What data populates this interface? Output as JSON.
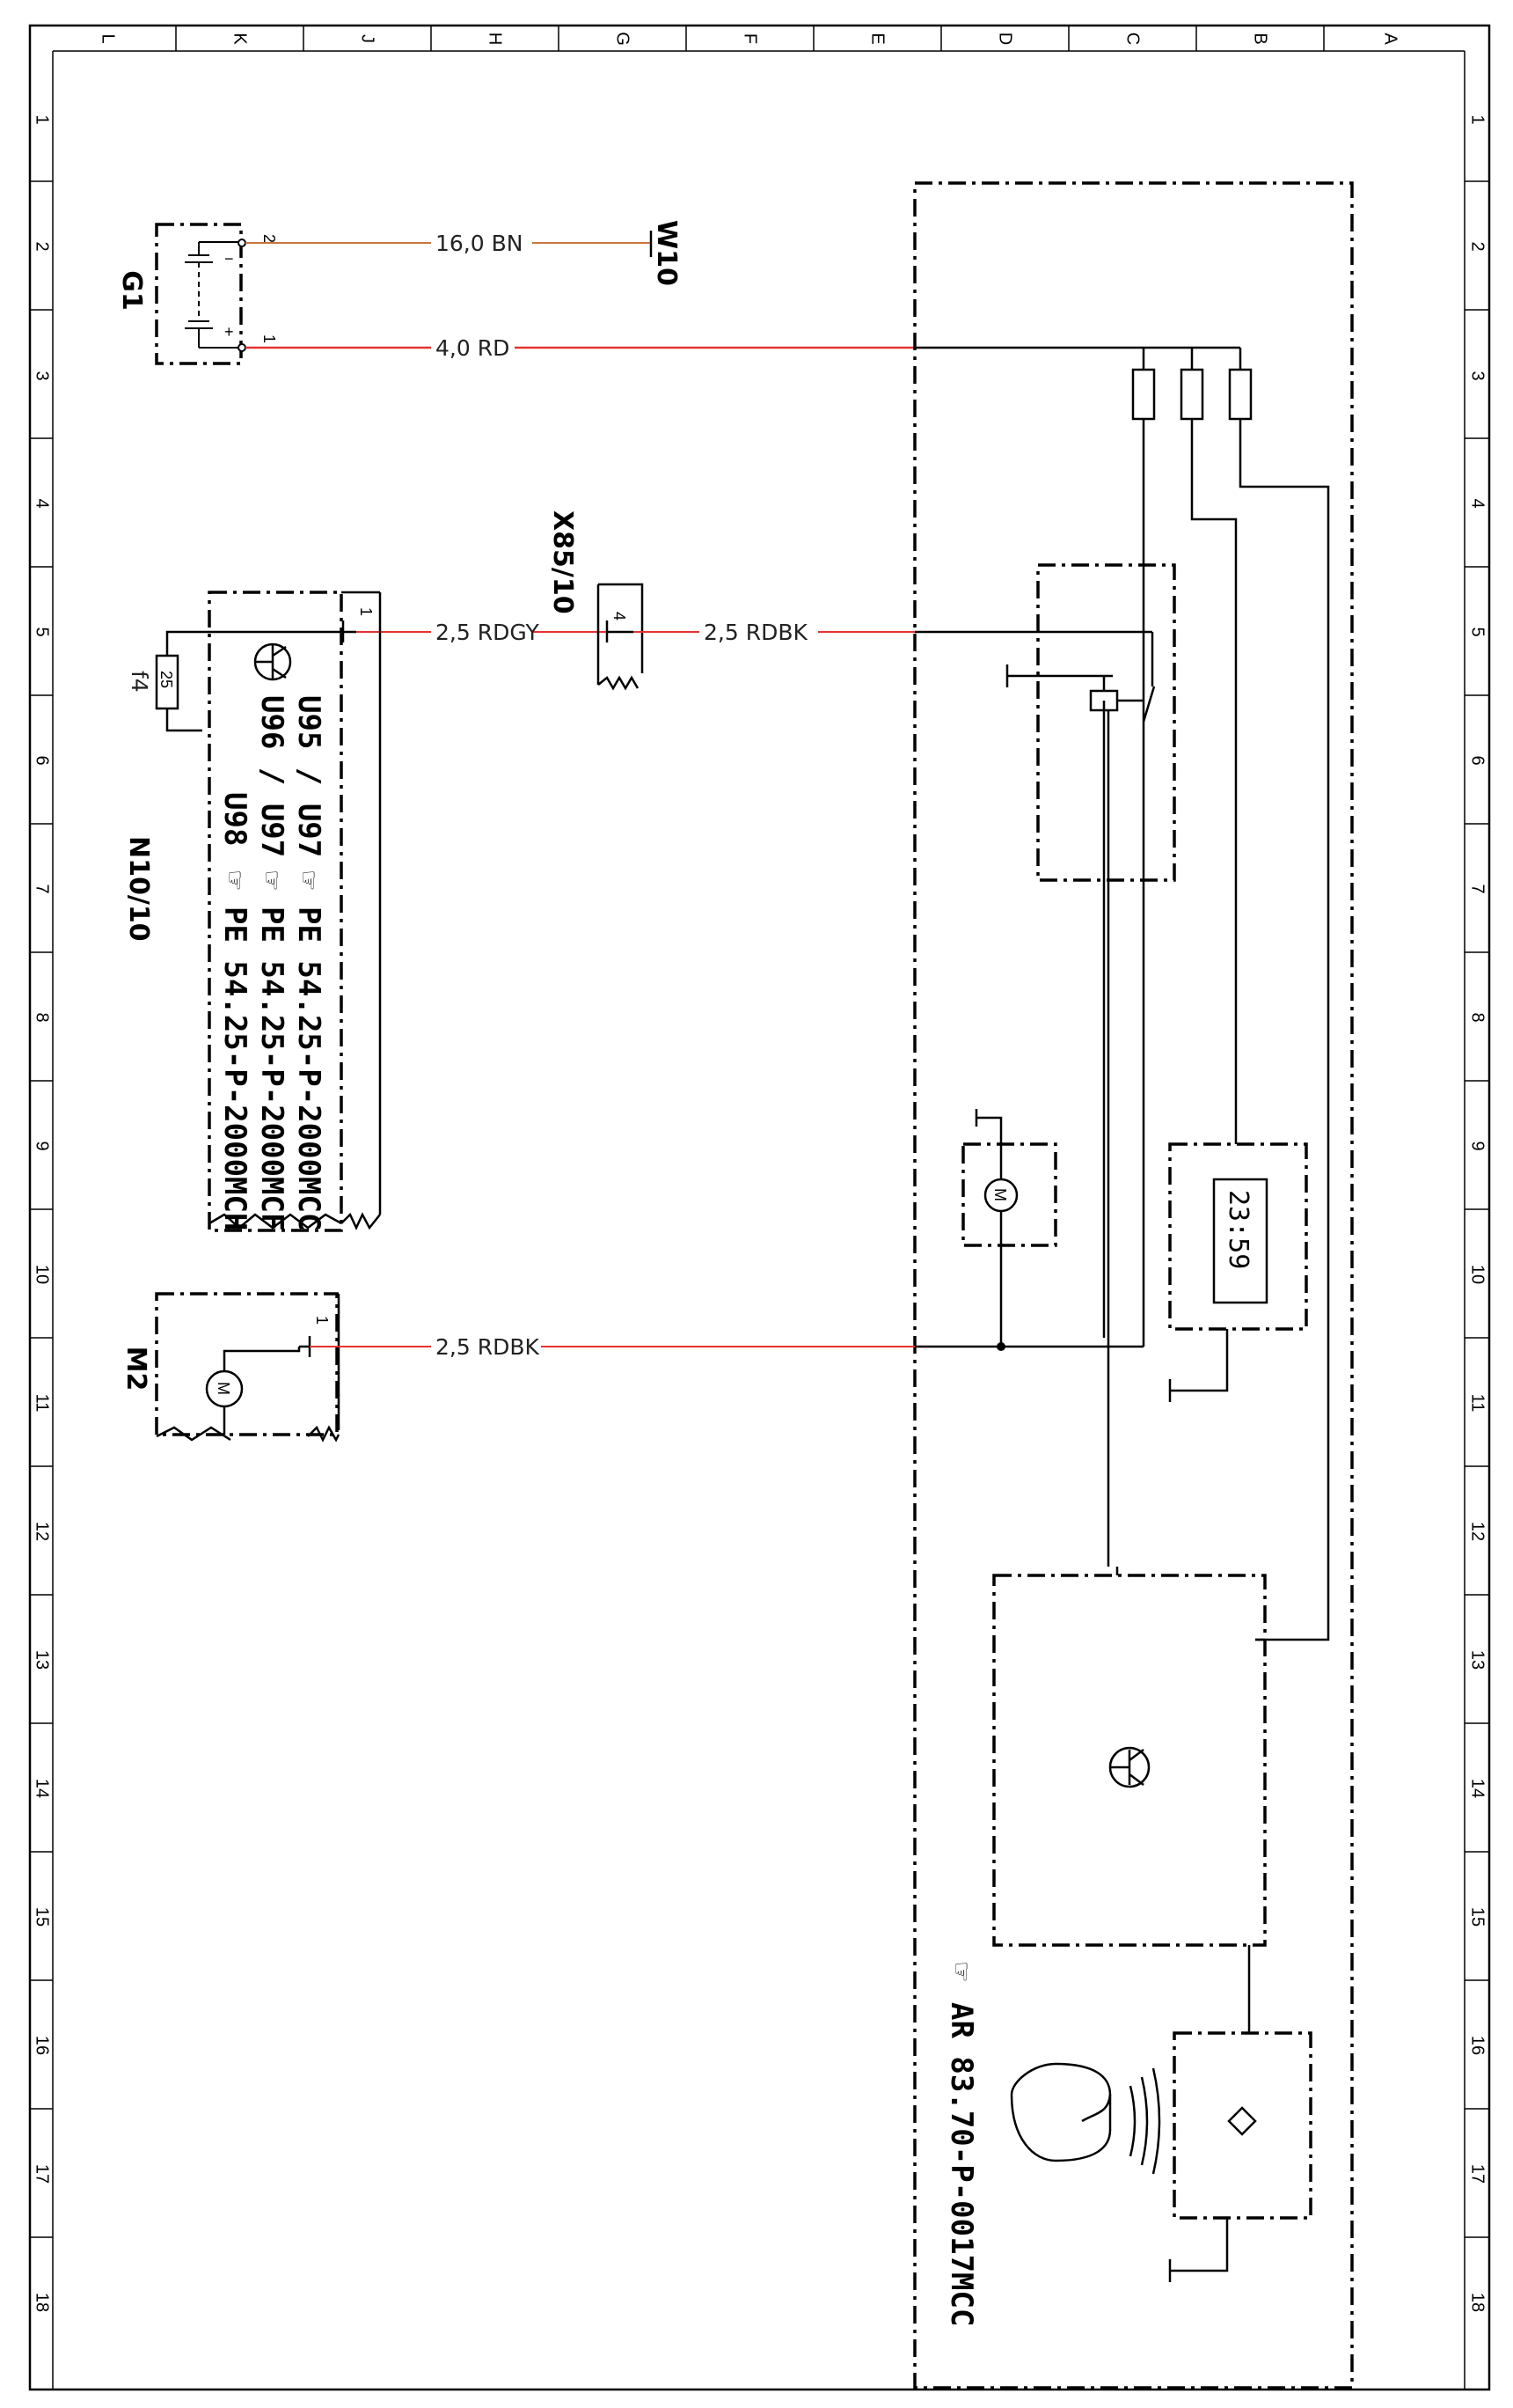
{
  "border": {
    "col_labels": [
      "L",
      "K",
      "J",
      "H",
      "G",
      "F",
      "E",
      "D",
      "C",
      "B",
      "A"
    ],
    "row_labels": [
      "1",
      "2",
      "3",
      "4",
      "5",
      "6",
      "7",
      "8",
      "9",
      "10",
      "11",
      "12",
      "13",
      "14",
      "15",
      "16",
      "17",
      "18"
    ]
  },
  "components": {
    "g1": {
      "label": "G1",
      "pin_neg": "2",
      "pin_pos": "1",
      "sign_neg": "−",
      "sign_pos": "+"
    },
    "w10": {
      "label": "W10"
    },
    "x85": {
      "label": "X85/10",
      "pin": "4"
    },
    "n10": {
      "label": "N10/10",
      "pin": "1",
      "fuse_label": "f4",
      "fuse_value": "25",
      "variant_1": "U95 / U97",
      "variant_2": "U96 / U97",
      "variant_3": "U98",
      "ref_1": "PE 54.25-P-2000MCC",
      "ref_2": "PE 54.25-P-2000MCF",
      "ref_3": "PE 54.25-P-2000MCH"
    },
    "m2": {
      "label": "M2",
      "pin": "1",
      "motor_glyph": "M"
    },
    "clock": {
      "display": "23:59"
    },
    "motor_small": {
      "glyph": "M"
    },
    "ar_ref": "AR 83.70-P-0017MCC"
  },
  "wires": {
    "w_bn": "16,0 BN",
    "w_rd": "4,0 RD",
    "w_rdgy": "2,5 RDGY",
    "w_rdbk1": "2,5 RDBK",
    "w_rdbk2": "2,5 RDBK"
  },
  "colors": {
    "brown_wire": "#c8743c",
    "red_wire": "#e53333",
    "outline": "#000000"
  },
  "icons": [
    "battery-icon",
    "fuse-icon",
    "motor-icon",
    "transistor-icon",
    "relay-icon",
    "key-fob-icon",
    "clock-display-icon",
    "reference-hand-icon"
  ]
}
